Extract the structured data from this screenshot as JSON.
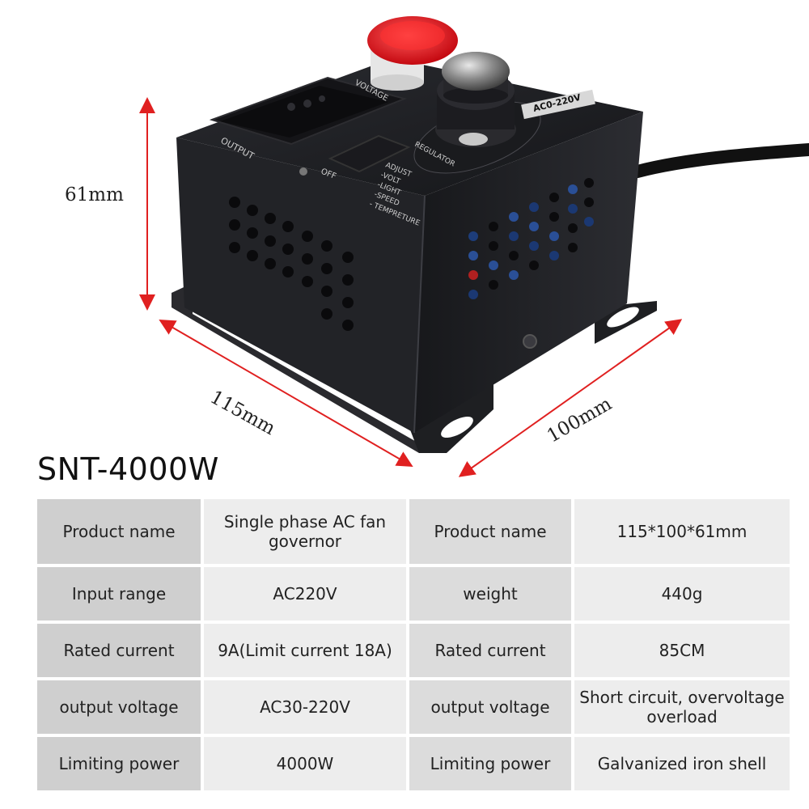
{
  "dimensions": {
    "height": "61mm",
    "width": "115mm",
    "depth": "100mm"
  },
  "device_labels": {
    "voltage": "VOLTAGE",
    "output": "OUTPUT",
    "off": "OFF",
    "regulator": "REGULATOR",
    "range": "AC0-220V",
    "adjust": "ADJUST",
    "volt": "-VOLT",
    "light": "-LIGHT",
    "speed": "-SPEED",
    "temperature": "- TEMPRETURE"
  },
  "title": "SNT-4000W",
  "specs": [
    {
      "label_left": "Product name",
      "value_left": "Single phase AC fan governor",
      "label_right": "Product name",
      "value_right": "115*100*61mm"
    },
    {
      "label_left": "Input range",
      "value_left": "AC220V",
      "label_right": "weight",
      "value_right": "440g"
    },
    {
      "label_left": "Rated current",
      "value_left": "9A(Limit current 18A)",
      "label_right": "Rated current",
      "value_right": "85CM"
    },
    {
      "label_left": "output voltage",
      "value_left": "AC30-220V",
      "label_right": "output voltage",
      "value_right": "Short circuit, overvoltage overload"
    },
    {
      "label_left": "Limiting power",
      "value_left": "4000W",
      "label_right": "Limiting power",
      "value_right": "Galvanized iron shell"
    }
  ],
  "colors": {
    "arrow": "#e02020",
    "housing": "#1b1c20",
    "indicator": "#e0121a"
  }
}
